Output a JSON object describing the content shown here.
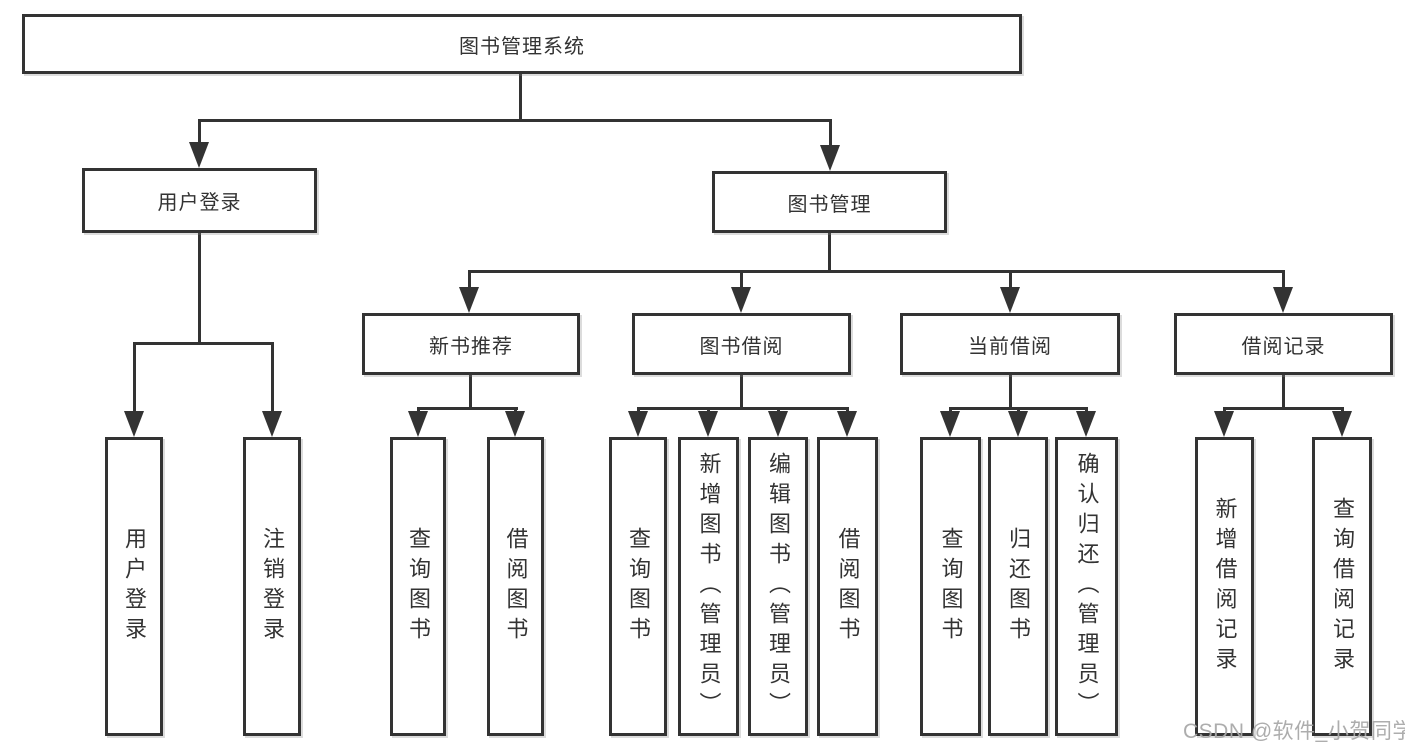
{
  "diagram": {
    "title": "图书管理系统",
    "watermark": "CSDN @软件_小贺同学",
    "colors": {
      "line": "#333333",
      "text": "#333333",
      "background": "#ffffff",
      "watermark": "#a9a9a9"
    },
    "nodes": {
      "root": {
        "label": "图书管理系统"
      },
      "user_login": {
        "label": "用户登录"
      },
      "book_mgmt": {
        "label": "图书管理"
      },
      "new_book_rec": {
        "label": "新书推荐"
      },
      "book_borrow": {
        "label": "图书借阅"
      },
      "current_borrow": {
        "label": "当前借阅"
      },
      "borrow_records": {
        "label": "借阅记录"
      },
      "leaf_user_login": {
        "label": "用户登录"
      },
      "leaf_logout": {
        "label": "注销登录"
      },
      "leaf_query_book_rec": {
        "label": "查询图书"
      },
      "leaf_borrow_book_rec": {
        "label": "借阅图书"
      },
      "leaf_query_book_borrow": {
        "label": "查询图书"
      },
      "leaf_add_book_admin": {
        "label": "新增图书（管理员）"
      },
      "leaf_edit_book_admin": {
        "label": "编辑图书（管理员）"
      },
      "leaf_borrow_book_borrow": {
        "label": "借阅图书"
      },
      "leaf_query_book_current": {
        "label": "查询图书"
      },
      "leaf_return_book": {
        "label": "归还图书"
      },
      "leaf_confirm_return_admin": {
        "label": "确认归还（管理员）"
      },
      "leaf_add_borrow_record": {
        "label": "新增借阅记录"
      },
      "leaf_query_borrow_record": {
        "label": "查询借阅记录"
      }
    }
  }
}
